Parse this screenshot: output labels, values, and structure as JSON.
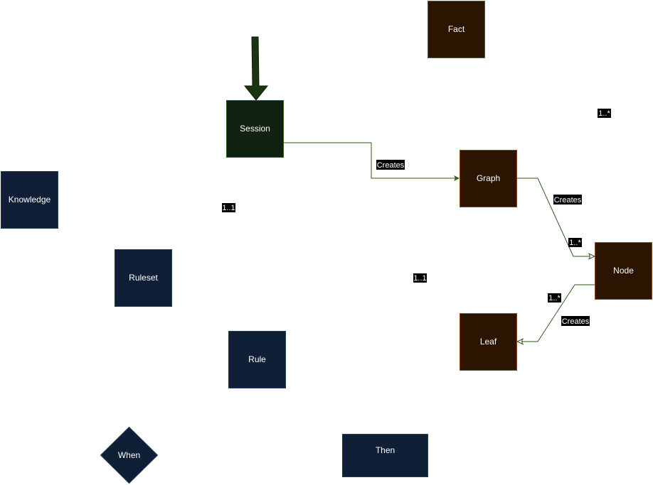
{
  "colors": {
    "navy": "#0f1f35",
    "navy_border": "#1d3a5f",
    "green": "#112211",
    "green_border": "#2d5a1e",
    "brown": "#2b1400",
    "brown_border": "#8a4a20",
    "arrow": "#1a3312",
    "edge": "#2d5a1e",
    "label_bg": "#000000",
    "text": "#ffffff"
  },
  "nodes": {
    "fact": "Fact",
    "session": "Session",
    "graph": "Graph",
    "node": "Node",
    "leaf": "Leaf",
    "knowledge": "Knowledge",
    "ruleset": "Ruleset",
    "rule": "Rule",
    "when": "When",
    "then": "Then"
  },
  "edge_labels": {
    "session_graph": "Creates",
    "graph_node": "Creates",
    "node_leaf": "Creates",
    "graph_node_mult": "1..*",
    "node_leaf_mult": "1..*",
    "fact_mult": "1..*",
    "session_mult": "1..1",
    "center_mult": "1..1"
  }
}
